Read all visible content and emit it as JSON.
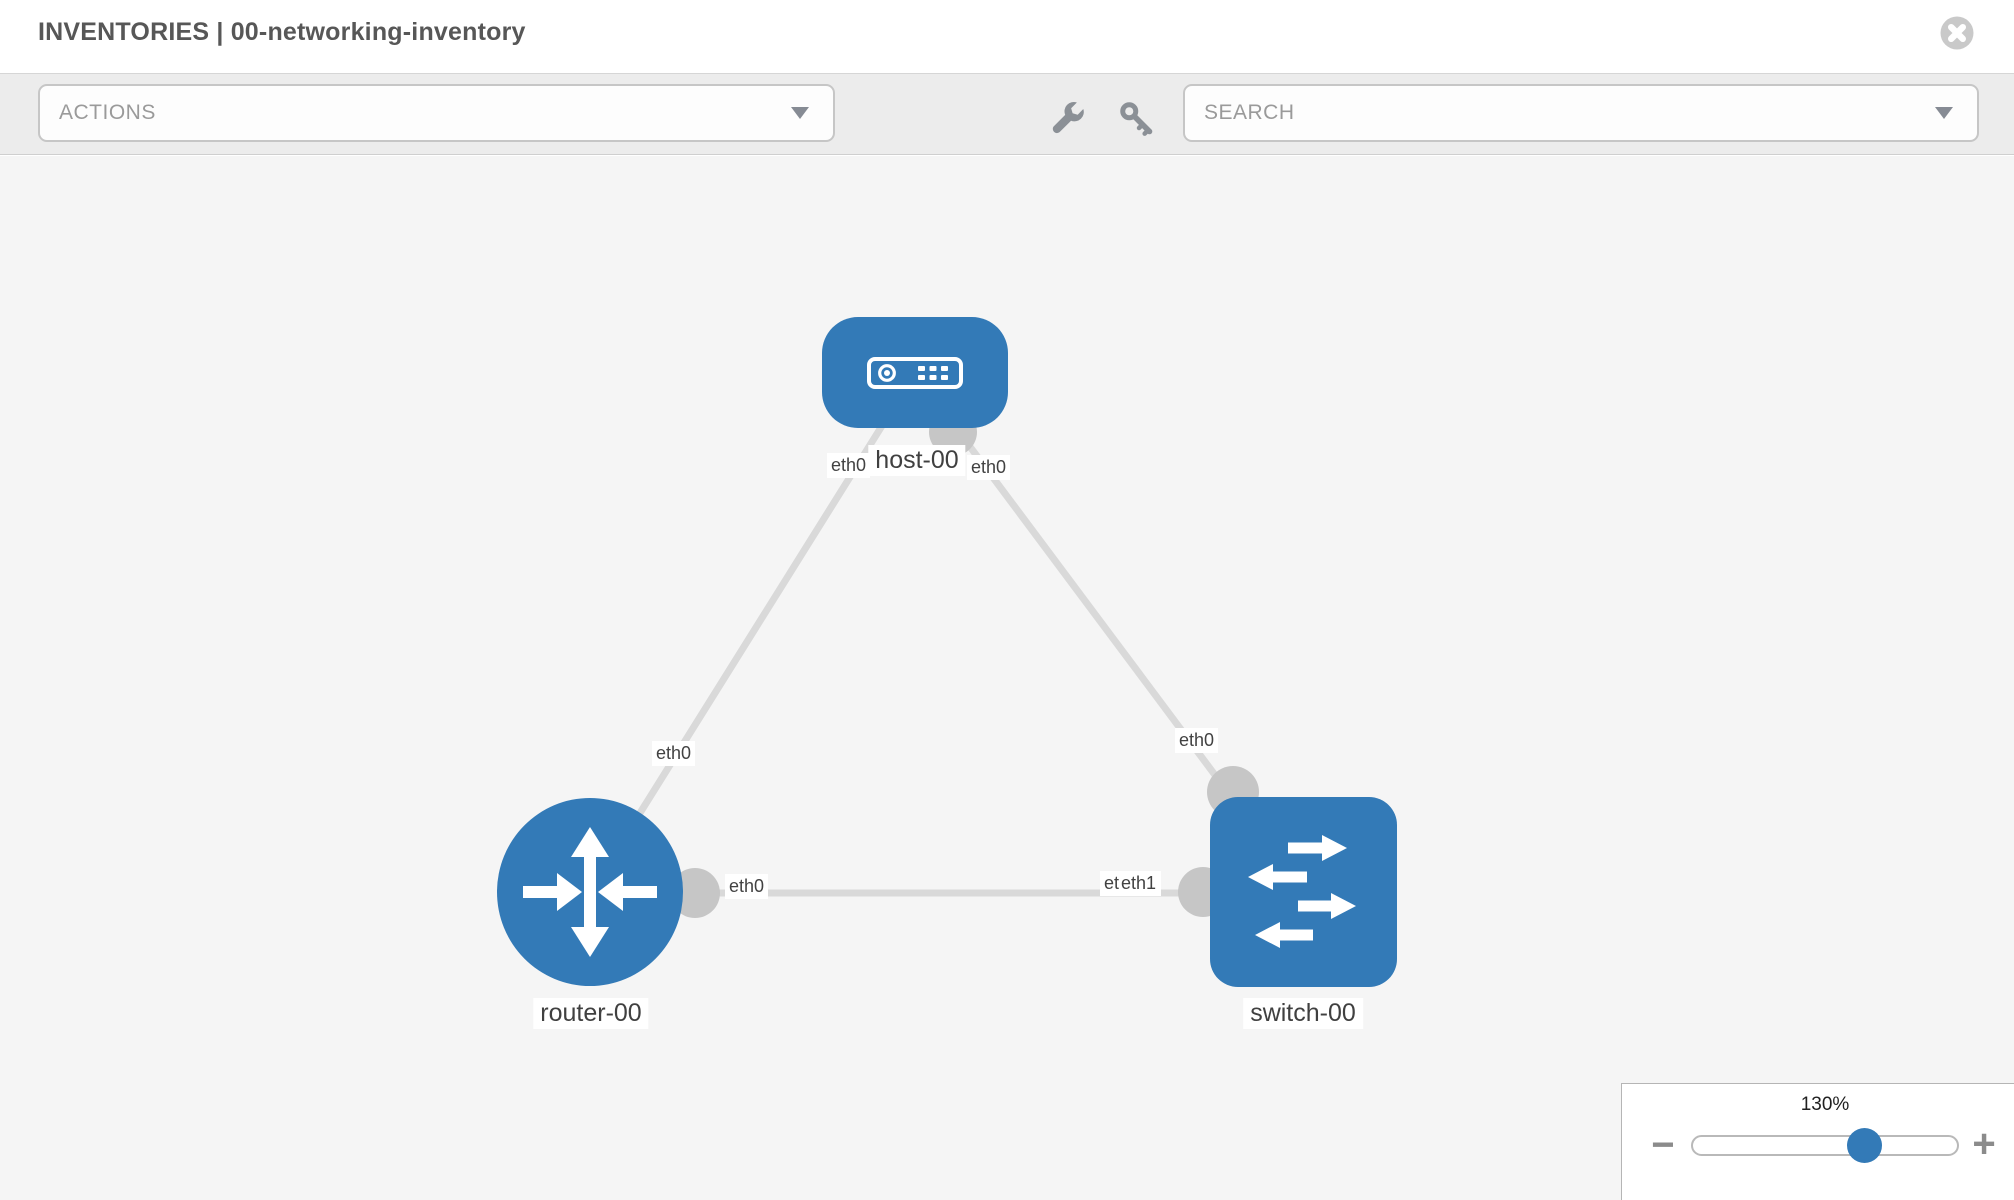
{
  "header": {
    "title": "INVENTORIES | 00-networking-inventory"
  },
  "toolbar": {
    "actions": {
      "label": "ACTIONS"
    },
    "search": {
      "label": "SEARCH"
    },
    "icons": [
      "wrench",
      "key"
    ]
  },
  "topology": {
    "nodes": [
      {
        "id": "host-00",
        "type": "host",
        "label": "host-00"
      },
      {
        "id": "router-00",
        "type": "router",
        "label": "router-00"
      },
      {
        "id": "switch-00",
        "type": "switch",
        "label": "switch-00"
      }
    ],
    "links": [
      {
        "from": "host-00",
        "to": "router-00"
      },
      {
        "from": "host-00",
        "to": "switch-00"
      },
      {
        "from": "router-00",
        "to": "switch-00"
      }
    ],
    "interfaces": {
      "host_left": "eth0",
      "host_right": "eth0",
      "router_link": "eth0",
      "switch_link": "eth0",
      "router_eth0": "eth0",
      "switch_eth0_hidden": "eth0",
      "switch_eth1": "eth1"
    }
  },
  "zoom_control": {
    "level": "130%",
    "minus_label": "−",
    "plus_label": "+"
  },
  "colors": {
    "node_blue": "#337ab7",
    "link_gray": "#d9d9d9",
    "connector_gray": "#c6c6c6",
    "toolbar_bg": "#ececec",
    "canvas_bg": "#f5f5f5"
  }
}
